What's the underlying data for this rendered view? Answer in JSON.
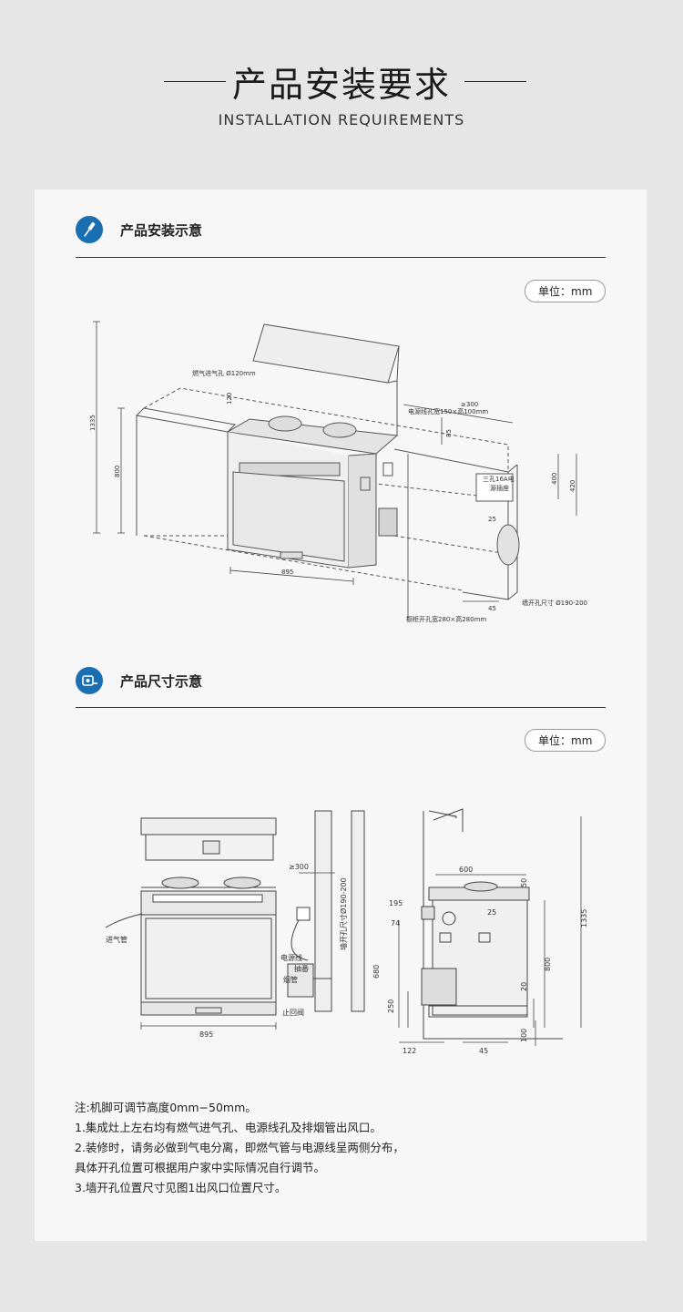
{
  "header": {
    "title": "产品安装要求",
    "subtitle": "INSTALLATION REQUIREMENTS"
  },
  "section1": {
    "title": "产品安装示意",
    "icon": "screwdriver-icon",
    "unit": "单位：mm",
    "labels": {
      "gas_hole": "燃气进气孔 Ø120mm",
      "dim_120": "120",
      "dim_1335": "1335",
      "dim_800": "800",
      "dim_895": "895",
      "dim_300": "≥300",
      "power_hole": "电源线孔宽150×高100mm",
      "dim_85": "85",
      "socket_a": "三孔16A电",
      "socket_b": "源插座",
      "dim_400": "400",
      "dim_420": "420",
      "dim_25": "25",
      "dim_45": "45",
      "wall_hole": "墙开孔尺寸 Ø190-200",
      "cabinet_hole": "橱柜开孔宽280×高280mm"
    }
  },
  "section2": {
    "title": "产品尺寸示意",
    "icon": "tape-measure-icon",
    "unit": "单位：mm",
    "labels": {
      "dim_300": "≥300",
      "wall_hole": "墙开孔尺寸Ø190-200",
      "gas_pipe": "进气管",
      "power_line": "电源线",
      "hood_pipe_a": "抽番",
      "hood_pipe_b": "烟管",
      "check_valve": "止回阀",
      "dim_895": "895",
      "dim_600": "600",
      "dim_50": "50",
      "dim_1335": "1335",
      "dim_195": "195",
      "dim_25": "25",
      "dim_74": "74",
      "dim_800": "800",
      "dim_680": "680",
      "dim_20": "20",
      "dim_250": "250",
      "dim_100": "100",
      "dim_122": "122",
      "dim_45": "45"
    }
  },
  "notes": [
    "注:机脚可调节高度0mm−50mm。",
    "1.集成灶上左右均有燃气进气孔、电源线孔及排烟管出风口。",
    "2.装修时，请务必做到气电分离，即燃气管与电源线呈两侧分布，",
    "具体开孔位置可根据用户家中实际情况自行调节。",
    "3.墙开孔位置尺寸见图1出风口位置尺寸。"
  ],
  "colors": {
    "accent": "#1a6fb3",
    "background": "#e6e6e6",
    "card": "#f7f7f7"
  }
}
